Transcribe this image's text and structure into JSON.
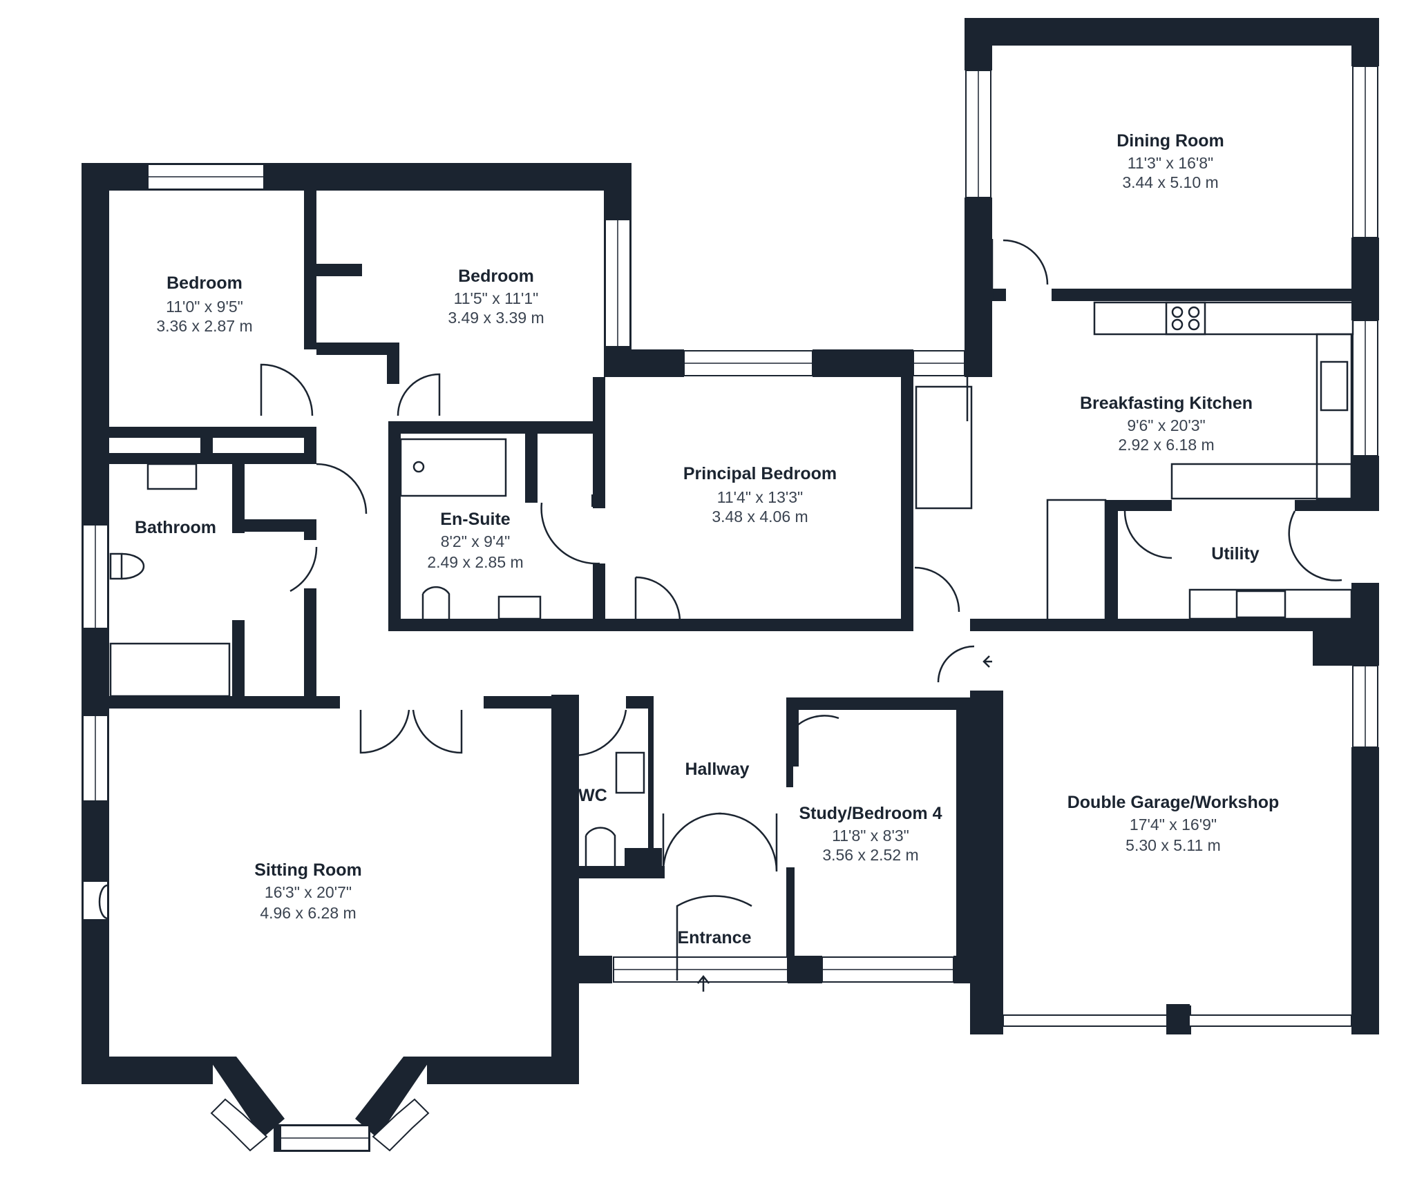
{
  "rooms": {
    "bedroom2": {
      "name": "Bedroom",
      "imperial": "11'0\" x 9'5\"",
      "metric": "3.36 x 2.87 m"
    },
    "bedroom3": {
      "name": "Bedroom",
      "imperial": "11'5\" x 11'1\"",
      "metric": "3.49 x 3.39 m"
    },
    "bathroom": {
      "name": "Bathroom"
    },
    "ensuite": {
      "name": "En-Suite",
      "imperial": "8'2\" x 9'4\"",
      "metric": "2.49 x 2.85 m"
    },
    "principal": {
      "name": "Principal Bedroom",
      "imperial": "11'4\" x 13'3\"",
      "metric": "3.48 x 4.06 m"
    },
    "dining": {
      "name": "Dining Room",
      "imperial": "11'3\" x 16'8\"",
      "metric": "3.44 x 5.10 m"
    },
    "kitchen": {
      "name": "Breakfasting Kitchen",
      "imperial": "9'6\" x 20'3\"",
      "metric": "2.92 x 6.18 m"
    },
    "utility": {
      "name": "Utility"
    },
    "sitting": {
      "name": "Sitting Room",
      "imperial": "16'3\" x 20'7\"",
      "metric": "4.96 x 6.28 m"
    },
    "wc": {
      "name": "WC"
    },
    "hallway": {
      "name": "Hallway"
    },
    "study": {
      "name": "Study/Bedroom 4",
      "imperial": "11'8\" x 8'3\"",
      "metric": "3.56 x 2.52 m"
    },
    "garage": {
      "name": "Double Garage/Workshop",
      "imperial": "17'4\" x 16'9\"",
      "metric": "5.30 x 5.11 m"
    },
    "entrance": {
      "name": "Entrance"
    }
  },
  "colors": {
    "wall": "#1b2430",
    "background": "#ffffff"
  }
}
